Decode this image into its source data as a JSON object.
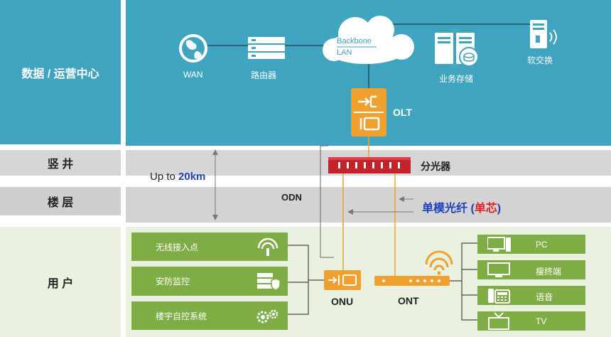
{
  "layers": {
    "datacenter": "数据 / 运营中心",
    "shaft": "竖 井",
    "floor": "楼 层",
    "user": "用 户"
  },
  "network": {
    "wan": "WAN",
    "router": "路由器",
    "backbone_line1": "Backbone",
    "backbone_line2": "LAN",
    "storage": "业务存储",
    "softswitch": "软交换",
    "olt": "OLT",
    "splitter": "分光器",
    "odn": "ODN",
    "onu": "ONU",
    "ont": "ONT"
  },
  "distance": {
    "prefix": "Up to ",
    "value": "20km"
  },
  "fiber": {
    "main": "单模光纤 (",
    "emph": "单芯",
    "close": ")"
  },
  "onu_devices": [
    "无线接入点",
    "安防监控",
    "楼宇自控系统"
  ],
  "ont_devices": [
    "PC",
    "瘦终端",
    "语音",
    "TV"
  ],
  "colors": {
    "teal": "#3fa4bf",
    "gray_band": "#d6d6d6",
    "green_band": "#e9f2df",
    "orange": "#f0a030",
    "green_box": "#7fad45",
    "splitter_red": "#c4232b",
    "blue_text": "#1f3fbf",
    "red_text": "#e02020"
  }
}
